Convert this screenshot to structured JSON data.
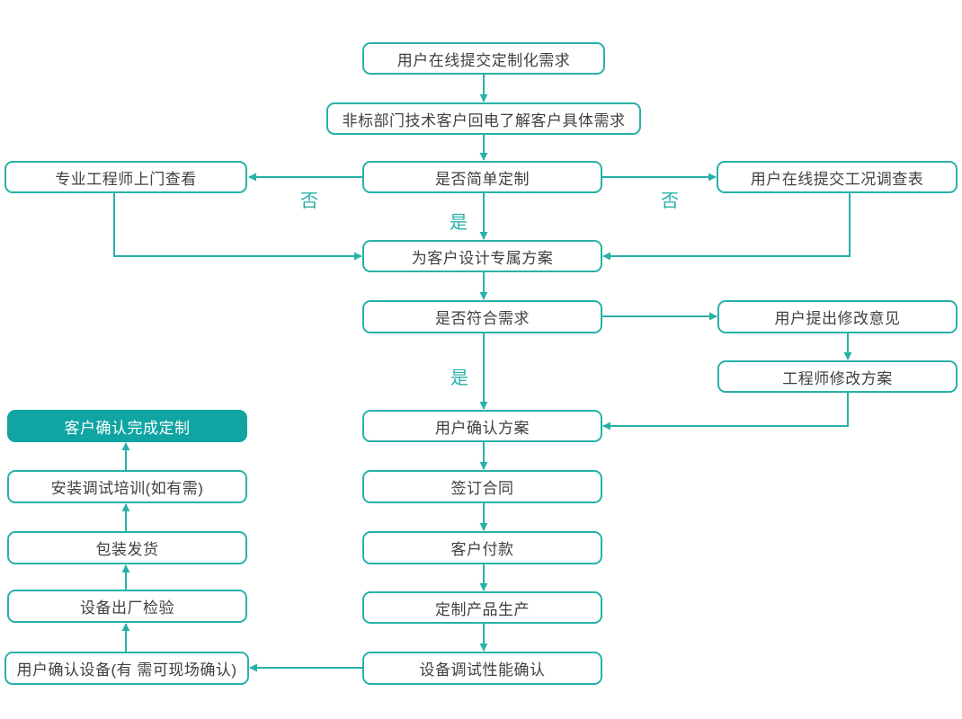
{
  "colors": {
    "accent": "#27b1a8",
    "node_border": "#27b1a8",
    "node_background": "#ffffff",
    "highlight_fill": "#10a5a3",
    "highlight_text": "#ffffff",
    "text": "#404040",
    "background": "#ffffff"
  },
  "nodes": [
    {
      "id": "submit-request",
      "label": "用户在线提交定制化需求"
    },
    {
      "id": "callback",
      "label": "非标部门技术客户回电了解客户具体需求"
    },
    {
      "id": "engineer-visit",
      "label": "专业工程师上门查看"
    },
    {
      "id": "simple-custom",
      "label": "是否简单定制"
    },
    {
      "id": "survey-form",
      "label": "用户在线提交工况调查表"
    },
    {
      "id": "design-plan",
      "label": "为客户设计专属方案"
    },
    {
      "id": "meets-needs",
      "label": "是否符合需求"
    },
    {
      "id": "feedback",
      "label": "用户提出修改意见"
    },
    {
      "id": "revise-plan",
      "label": "工程师修改方案"
    },
    {
      "id": "confirm-plan",
      "label": "用户确认方案"
    },
    {
      "id": "sign-contract",
      "label": "签订合同"
    },
    {
      "id": "payment",
      "label": "客户付款"
    },
    {
      "id": "production",
      "label": "定制产品生产"
    },
    {
      "id": "debug-confirm",
      "label": "设备调试性能确认"
    },
    {
      "id": "complete-custom",
      "label": "客户确认完成定制"
    },
    {
      "id": "training",
      "label": "安装调试培训(如有需)"
    },
    {
      "id": "shipping",
      "label": "包装发货"
    },
    {
      "id": "inspection",
      "label": "设备出厂检验"
    },
    {
      "id": "confirm-device",
      "label": "用户确认设备(有 需可现场确认)"
    }
  ],
  "edge_labels": [
    {
      "text": "否"
    },
    {
      "text": "否"
    },
    {
      "text": "是"
    },
    {
      "text": "是"
    }
  ],
  "edges": [
    {
      "from": "submit-request",
      "to": "callback"
    },
    {
      "from": "callback",
      "to": "simple-custom"
    },
    {
      "from": "simple-custom",
      "to": "engineer-visit",
      "label": "否"
    },
    {
      "from": "simple-custom",
      "to": "survey-form",
      "label": "否"
    },
    {
      "from": "simple-custom",
      "to": "design-plan",
      "label": "是"
    },
    {
      "from": "engineer-visit",
      "to": "design-plan"
    },
    {
      "from": "survey-form",
      "to": "design-plan"
    },
    {
      "from": "design-plan",
      "to": "meets-needs"
    },
    {
      "from": "meets-needs",
      "to": "feedback"
    },
    {
      "from": "feedback",
      "to": "revise-plan"
    },
    {
      "from": "revise-plan",
      "to": "confirm-plan"
    },
    {
      "from": "meets-needs",
      "to": "confirm-plan",
      "label": "是"
    },
    {
      "from": "confirm-plan",
      "to": "sign-contract"
    },
    {
      "from": "sign-contract",
      "to": "payment"
    },
    {
      "from": "payment",
      "to": "production"
    },
    {
      "from": "production",
      "to": "debug-confirm"
    },
    {
      "from": "debug-confirm",
      "to": "confirm-device"
    },
    {
      "from": "confirm-device",
      "to": "inspection"
    },
    {
      "from": "inspection",
      "to": "shipping"
    },
    {
      "from": "shipping",
      "to": "training"
    },
    {
      "from": "training",
      "to": "complete-custom"
    }
  ]
}
